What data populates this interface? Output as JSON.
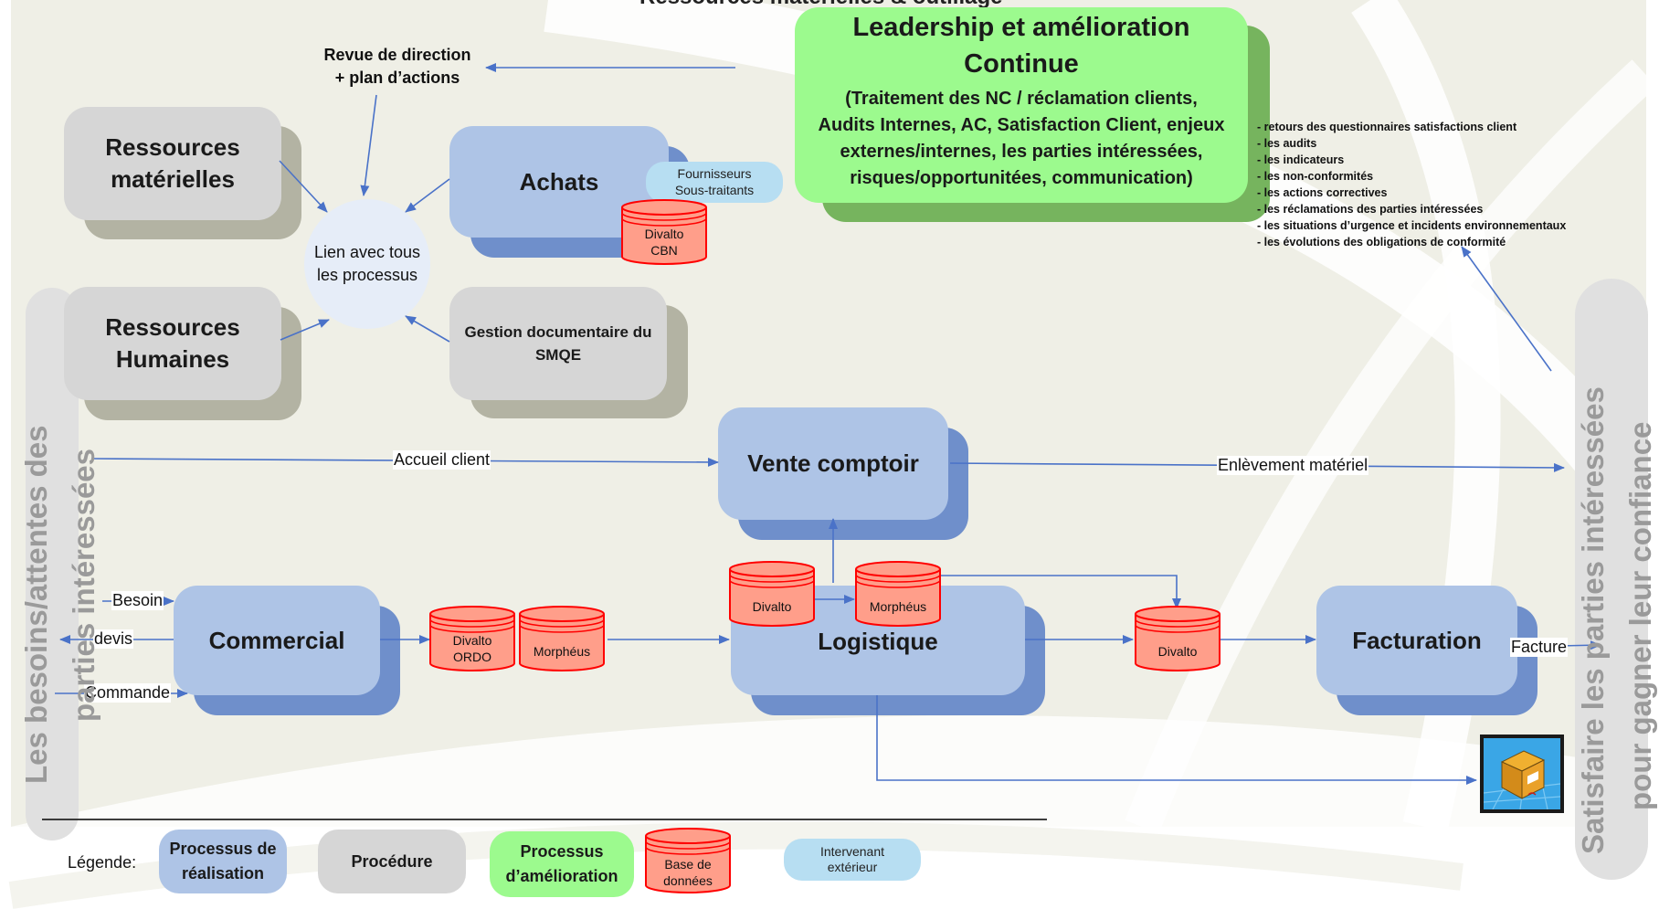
{
  "colors": {
    "process": "#aec4e6",
    "procedure": "#d6d6d6",
    "improvement": "#9cfa8e",
    "database": "#ff9e8a",
    "external": "#b7def2",
    "arrow": "#4a72c8"
  },
  "top_cut_text": "Ressources matérielles & outillage",
  "leadership": {
    "title_line1": "Leadership et amélioration",
    "title_line2": "Continue",
    "desc_line1": "(Traitement des NC / réclamation clients,",
    "desc_line2": "Audits Internes, AC, Satisfaction Client, enjeux",
    "desc_line3": "externes/internes, les parties intéressées,",
    "desc_line4": "risques/opportunitées, communication)"
  },
  "review": {
    "line1": "Revue de direction",
    "line2": "+ plan d’actions"
  },
  "resources_material": {
    "line1": "Ressources",
    "line2": "matérielles"
  },
  "resources_human": {
    "line1": "Ressources",
    "line2": "Humaines"
  },
  "hub": {
    "line1": "Lien avec tous",
    "line2": "les processus"
  },
  "achats": "Achats",
  "suppliers": {
    "line1": "Fournisseurs",
    "line2": "Sous-traitants"
  },
  "db_divalto_cbn": {
    "line1": "Divalto",
    "line2": "CBN"
  },
  "doc_mgmt": {
    "line1": "Gestion documentaire du",
    "line2": "SMQE"
  },
  "feedback_list": [
    "- retours des questionnaires satisfactions client",
    "- les audits",
    "- les indicateurs",
    "- les non-conformités",
    "- les actions correctives",
    "- les réclamations des parties intéressées",
    "- les situations d’urgence et incidents environnementaux",
    "- les évolutions des obligations de conformité"
  ],
  "left_vertical": {
    "line1": "Les besoins/attentes des",
    "line2": "parties intéressées"
  },
  "right_vertical": {
    "line1": "Satisfaire les parties intéressées",
    "line2": "pour gagner leur confiance"
  },
  "vente": "Vente comptoir",
  "accueil_label": "Accueil client",
  "enlevement_label": "Enlèvement matériel",
  "commercial": "Commercial",
  "besoin_label": "Besoin",
  "devis_label": "devis",
  "commande_label": "Commande",
  "db_divalto_ordo": {
    "line1": "Divalto",
    "line2": "ORDO"
  },
  "db_morpheus_1": "Morphéus",
  "db_divalto_log": "Divalto",
  "db_morpheus_2": "Morphéus",
  "logistique": "Logistique",
  "db_divalto_fact": "Divalto",
  "facturation": "Facturation",
  "facture_label": "Facture",
  "package_icon": "package-icon",
  "legend": {
    "title": "Légende:",
    "process": {
      "line1": "Processus de",
      "line2": "réalisation"
    },
    "procedure": "Procédure",
    "improvement": {
      "line1": "Processus",
      "line2": "d’amélioration"
    },
    "database": {
      "line1": "Base de",
      "line2": "données"
    },
    "external": {
      "line1": "Intervenant",
      "line2": "extérieur"
    }
  }
}
